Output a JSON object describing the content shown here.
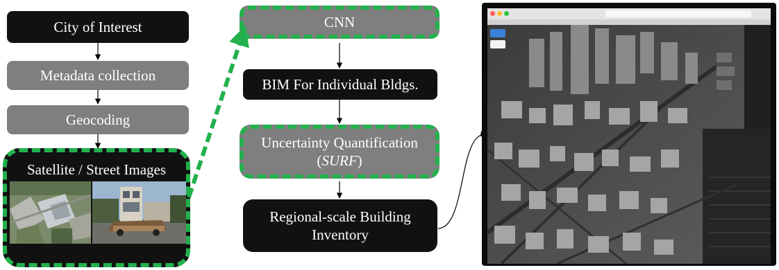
{
  "left": {
    "city_of_interest": "City of Interest",
    "metadata_collection": "Metadata collection",
    "geocoding": "Geocoding",
    "satellite_street": "Satellite / Street Images"
  },
  "middle": {
    "cnn": "CNN",
    "bim": "BIM For Individual  Bldgs.",
    "uq_line1": "Uncertainty  Quantification",
    "uq_paren_open": "(",
    "uq_surf": "SURF",
    "uq_paren_close": ")",
    "regional_line1": "Regional-scale Building",
    "regional_line2": "Inventory"
  },
  "colors": {
    "dark_box": "#111111",
    "gray_box": "#7f7f7f",
    "dashed_border": "#22b14c"
  },
  "icons": [
    "down-arrow-icon",
    "dashed-arrow-icon",
    "curved-arrow-icon"
  ]
}
